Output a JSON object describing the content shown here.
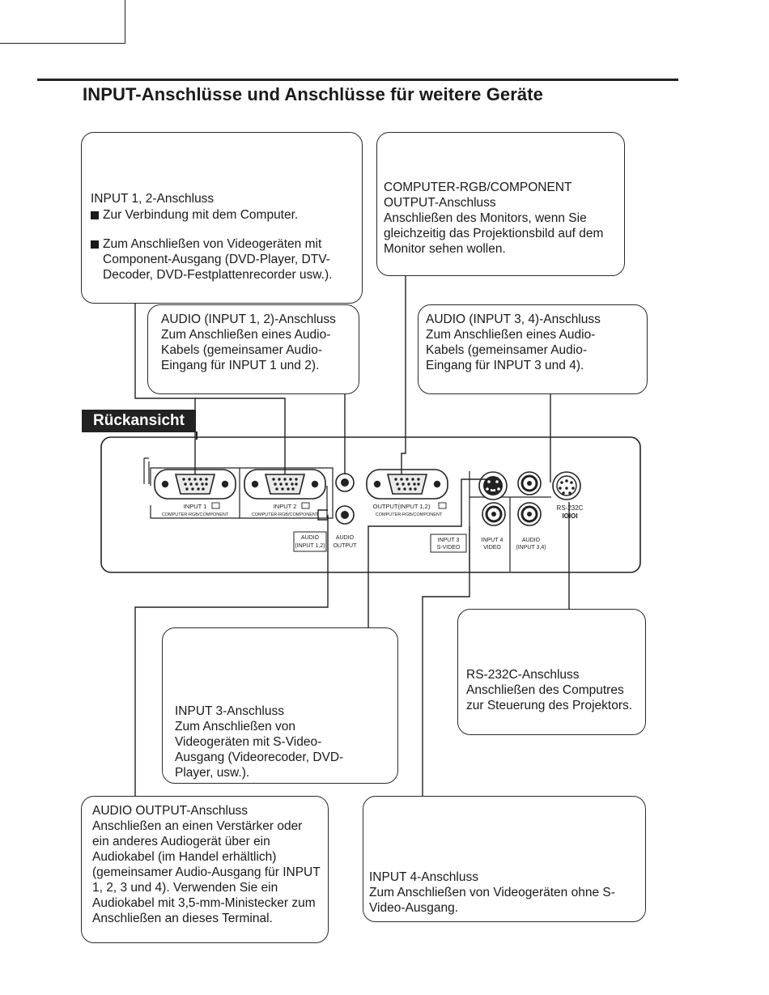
{
  "page": {
    "title": "INPUT-Anschlüsse und Anschlüsse für weitere Geräte",
    "rear_view_label": "Rückansicht"
  },
  "callouts": {
    "input12": {
      "title": "INPUT 1, 2-Anschluss",
      "bullet1": "Zur Verbindung mit dem Computer.",
      "bullet2": "Zum Anschließen von Videogeräten mit Component-Ausgang (DVD-Player, DTV-Decoder, DVD-Festplattenrecorder usw.)."
    },
    "computer_out": {
      "title": "COMPUTER-RGB/COMPONENT OUTPUT-Anschluss",
      "body": "Anschließen des Monitors, wenn Sie gleichzeitig das Projektionsbild auf dem Monitor sehen wollen."
    },
    "audio12": {
      "title": "AUDIO (INPUT 1, 2)-Anschluss",
      "body": "Zum Anschließen eines Audio-Kabels (gemeinsamer Audio-Eingang für INPUT 1 und 2)."
    },
    "audio34": {
      "title": "AUDIO (INPUT 3, 4)-Anschluss",
      "body": "Zum Anschließen eines Audio-Kabels (gemeinsamer Audio-Eingang für INPUT 3 und 4)."
    },
    "input3": {
      "title": "INPUT 3-Anschluss",
      "body": "Zum Anschließen von Videogeräten mit S-Video-Ausgang (Videorecoder, DVD-Player, usw.)."
    },
    "rs232": {
      "title": "RS-232C-Anschluss",
      "body": "Anschließen des Computres zur Steuerung des Projektors."
    },
    "audio_out": {
      "title": "AUDIO OUTPUT-Anschluss",
      "body": "Anschließen an einen Verstärker oder ein anderes Audiogerät über ein Audiokabel (im Handel erhältlich) (gemeinsamer Audio-Ausgang für INPUT 1, 2, 3 und 4). Verwenden Sie ein Audiokabel mit 3,5-mm-Ministecker zum Anschließen an dieses Terminal."
    },
    "input4": {
      "title": "INPUT 4-Anschluss",
      "body": "Zum Anschließen von Videogeräten ohne S-Video-Ausgang."
    }
  },
  "panel": {
    "input1_label": "INPUT 1",
    "input1_sub": "COMPUTER-RGB/COMPONENT",
    "input2_label": "INPUT 2",
    "input2_sub": "COMPUTER-RGB/COMPONENT",
    "output_label": "OUTPUT(INPUT 1,2)",
    "output_sub": "COMPUTER-RGB/COMPONENT",
    "audio_in12_label": "AUDIO",
    "audio_in12_sub": "(INPUT 1,2)",
    "audio_out_label": "AUDIO",
    "audio_out_sub": "OUTPUT",
    "input3_label": "INPUT 3",
    "input3_sub": "S-VIDEO",
    "input4_label": "INPUT 4",
    "input4_sub": "VIDEO",
    "audio_in34_label": "AUDIO",
    "audio_in34_sub": "(INPUT 3,4)",
    "rs232_label": "RS-232C",
    "rs232_symbol": "IOIOI"
  }
}
